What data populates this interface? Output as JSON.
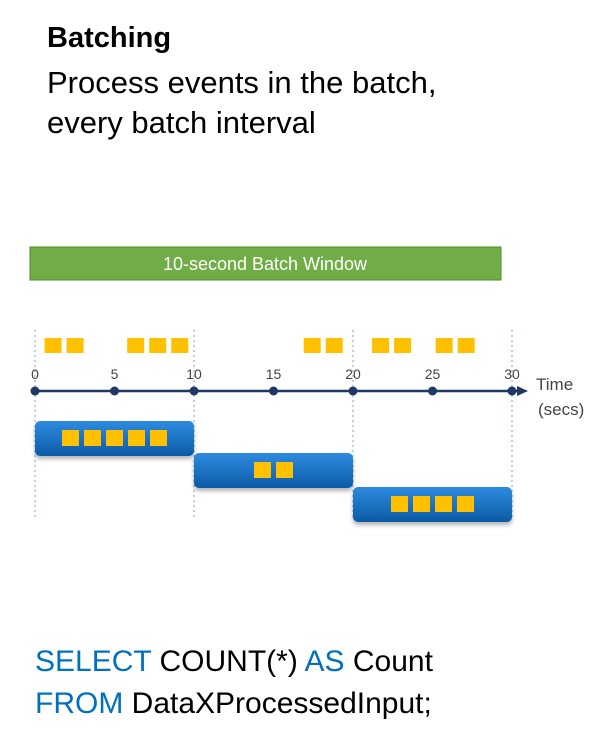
{
  "title": "Batching",
  "subtitle_lines": [
    "Process events in the batch,",
    "every batch interval"
  ],
  "window_label": "10-second Batch Window",
  "axis": {
    "ticks": [
      "0",
      "5",
      "10",
      "15",
      "20",
      "25",
      "30"
    ],
    "tick_values": [
      0,
      5,
      10,
      15,
      20,
      25,
      30
    ],
    "label_line1": "Time",
    "label_line2": "(secs)"
  },
  "event_groups": [
    {
      "start": 0.6,
      "count": 2
    },
    {
      "start": 5.8,
      "count": 3
    },
    {
      "start": 16.9,
      "count": 2
    },
    {
      "start": 21.2,
      "count": 2
    },
    {
      "start": 25.2,
      "count": 2
    }
  ],
  "batches": [
    {
      "from": 0,
      "to": 10,
      "events": 5
    },
    {
      "from": 10,
      "to": 20,
      "events": 2
    },
    {
      "from": 20,
      "to": 30,
      "events": 4
    }
  ],
  "query": {
    "select_kw": "SELECT",
    "select_expr": " COUNT(*) ",
    "as_kw": "AS",
    "alias": " Count",
    "from_kw": "FROM",
    "table": " DataXProcessedInput;"
  },
  "colors": {
    "window_fill": "#70ad47",
    "window_border": "#4e8a2e",
    "event": "#ffc000",
    "batch_top": "#2e8be0",
    "batch_bottom": "#0c5aa6",
    "axis": "#1f3864",
    "divider": "#9dc3e6",
    "keyword": "#0070c0"
  }
}
